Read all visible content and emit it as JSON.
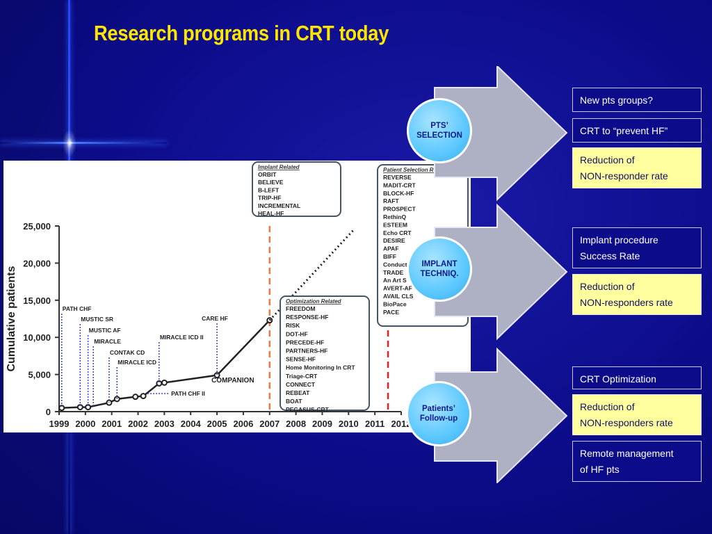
{
  "slide": {
    "title": "Research programs in CRT today"
  },
  "circles": [
    {
      "lines": [
        "PTS’",
        "SELECTION"
      ]
    },
    {
      "lines": [
        "IMPLANT",
        "TECHNIQ."
      ]
    },
    {
      "lines": [
        "Patients’",
        "Follow-up"
      ]
    }
  ],
  "boxes": [
    {
      "lines": [
        "New pts groups?"
      ],
      "style": "dark"
    },
    {
      "lines": [
        "CRT to “prevent HF”"
      ],
      "style": "dark"
    },
    {
      "lines": [
        "Reduction of",
        "NON-responder rate"
      ],
      "style": "yellow"
    },
    {
      "lines": [
        "Implant procedure",
        "Success Rate"
      ],
      "style": "dark"
    },
    {
      "lines": [
        "Reduction of",
        "NON-responders rate"
      ],
      "style": "yellow"
    },
    {
      "lines": [
        "CRT Optimization"
      ],
      "style": "dark"
    },
    {
      "lines": [
        "Reduction of",
        "NON-responders rate"
      ],
      "style": "yellow"
    },
    {
      "lines": [
        "Remote management",
        "of HF pts"
      ],
      "style": "dark"
    }
  ],
  "chart_data": {
    "type": "line",
    "ylabel": "Cumulative patients",
    "xlabel": "",
    "y_ticks": [
      "0",
      "5,000",
      "10,000",
      "15,000",
      "20,000",
      "25,000"
    ],
    "ylim": [
      0,
      25000
    ],
    "x_ticks": [
      "1999",
      "2000",
      "2001",
      "2002",
      "2003",
      "2004",
      "2005",
      "2006",
      "2007",
      "2008",
      "2009",
      "2010",
      "2011",
      "2012"
    ],
    "xlim": [
      1999,
      2012
    ],
    "series": [
      {
        "style": "solid",
        "points": [
          [
            1999.1,
            500
          ],
          [
            1999.8,
            600
          ],
          [
            2000.1,
            600
          ],
          [
            2000.9,
            1200
          ],
          [
            2001.2,
            1700
          ],
          [
            2001.9,
            2000
          ],
          [
            2002.2,
            2100
          ],
          [
            2002.8,
            3800
          ],
          [
            2003.0,
            3900
          ],
          [
            2005.0,
            4900
          ],
          [
            2007.0,
            12300
          ]
        ]
      },
      {
        "style": "dotted",
        "points": [
          [
            2007.0,
            12300
          ],
          [
            2010.2,
            24500
          ]
        ]
      }
    ],
    "vertical_markers": [
      {
        "x": 2007.0,
        "color": "#f07a40"
      },
      {
        "x": 2011.5,
        "color": "#e82020"
      }
    ],
    "trial_labels": [
      {
        "text": "PATH CHF",
        "x": 1999.1
      },
      {
        "text": "MUSTIC SR",
        "x": 1999.8
      },
      {
        "text": "MUSTIC AF",
        "x": 2000.1
      },
      {
        "text": "MIRACLE",
        "x": 2000.3
      },
      {
        "text": "CONTAK CD",
        "x": 2000.9
      },
      {
        "text": "MIRACLE ICD",
        "x": 2001.2
      },
      {
        "text": "MIRACLE ICD II",
        "x": 2002.8
      },
      {
        "text": "CARE HF",
        "x": 2005.0
      },
      {
        "text": "COMPANION",
        "x": 2005.0
      },
      {
        "text": "PATH CHF II",
        "x": 2002.2
      }
    ],
    "groups": [
      {
        "title": "Implant Related",
        "items": [
          "ORBIT",
          "BELIEVE",
          "B-LEFT",
          "TRIP-HF",
          "INCREMENTAL",
          "HEAL-HF"
        ]
      },
      {
        "title": "Optimization Related",
        "items": [
          "FREEDOM",
          "RESPONSE-HF",
          "RISK",
          "DOT-HF",
          "PRECEDE-HF",
          "PARTNERS-HF",
          "SENSE-HF",
          "Home Monitoring In CRT",
          "Triage-CRT",
          "CONNECT",
          "REBEAT",
          "BOAT",
          "PEGASUS-CRT"
        ]
      },
      {
        "title": "Patient Selection Related",
        "items": [
          "REVERSE",
          "MADIT-CRT",
          "BLOCK-HF",
          "RAFT",
          "PROSPECT",
          "RethinQ",
          "ESTEEM",
          "Echo CRT",
          "DESIRE",
          "APAF",
          "BIFF",
          "Conduct",
          "TRADE",
          "An Art S",
          "AVERT-AF",
          "AVAIL CLS",
          "BioPace",
          "PACE"
        ]
      }
    ]
  },
  "colors": {
    "background": "#0c0c8a",
    "title": "#ffe600",
    "arrow": "#aeb0c4",
    "circle": "#5cc8ff",
    "yellow_box": "#ffffa0"
  }
}
